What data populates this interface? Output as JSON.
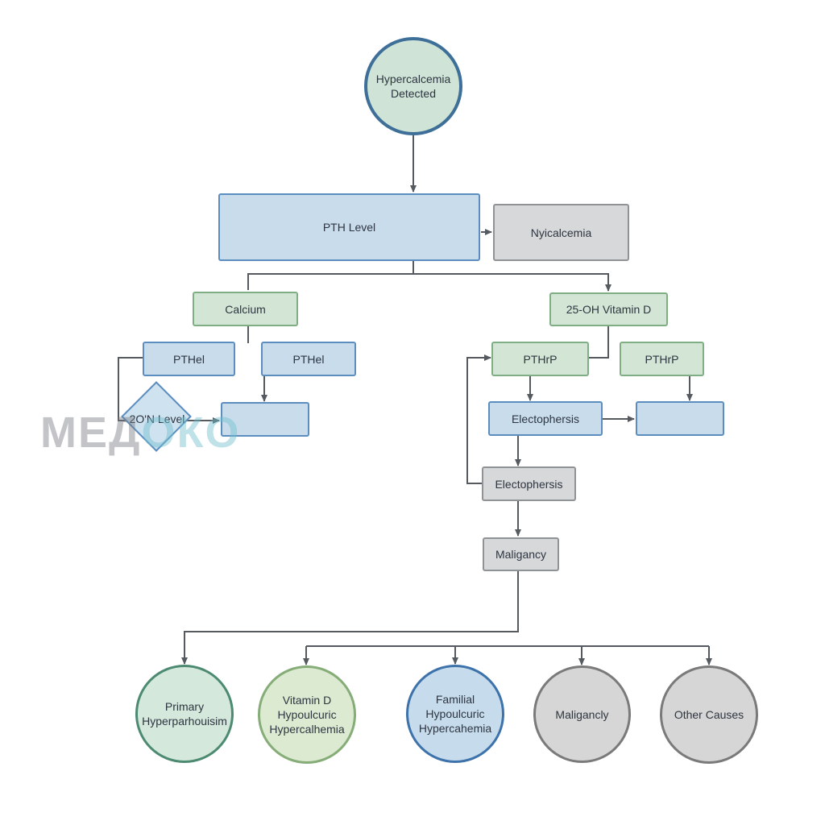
{
  "nodes": {
    "start": "Hypercalcemia Detected",
    "pth_level": "PTH Level",
    "nyicalcemia": "Nyicalcemia",
    "calcium": "Calcium",
    "vitd": "25-OH Vitamin D",
    "pthel_1": "PTHel",
    "pthel_2": "PTHel",
    "pthrp_1": "PTHrP",
    "pthrp_2": "PTHrP",
    "level_diamond": "2O'N Level",
    "blank_left": "",
    "electro_1": "Electophersis",
    "blank_right": "",
    "electro_2": "Electophersis",
    "maligancy_box": "Maligancy"
  },
  "outcomes": [
    {
      "label": "Primary Hyperparhouisim",
      "color": "green-dark"
    },
    {
      "label": "Vitamin D Hypoulcuric Hypercalhemia",
      "color": "green"
    },
    {
      "label": "Familial Hypoulcuric Hypercahemia",
      "color": "blue"
    },
    {
      "label": "Maligancly",
      "color": "gray"
    },
    {
      "label": "Other Causes",
      "color": "gray"
    }
  ],
  "watermark": {
    "part_a": "МЕД",
    "part_b": "ОКО"
  },
  "colors": {
    "line": "#555a60",
    "blue_fill": "#c9dcec",
    "green_fill": "#d3e6d5",
    "gray_fill": "#d7d8da"
  }
}
